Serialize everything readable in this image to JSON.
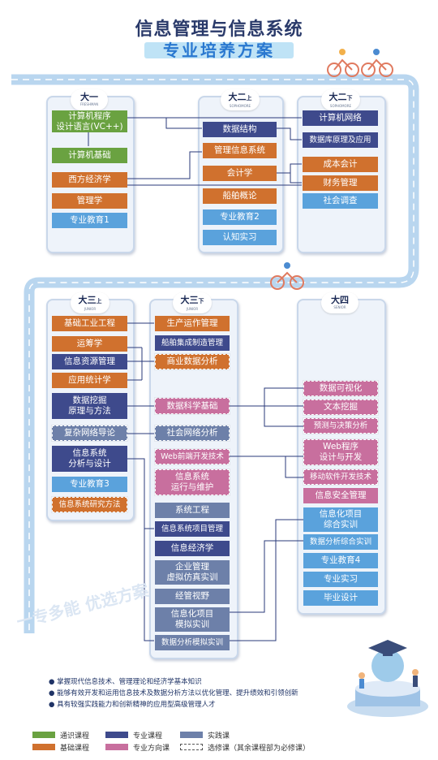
{
  "title": "信息管理与信息系统",
  "subtitle": "专业培养方案",
  "years": {
    "y1": {
      "cn": "大一",
      "en": "FRESHMAN"
    },
    "y2a": {
      "cn": "大二",
      "sub": "上",
      "en": "SOPHOMORE"
    },
    "y2b": {
      "cn": "大二",
      "sub": "下",
      "en": "SOPHOMORE"
    },
    "y3a": {
      "cn": "大三",
      "sub": "上",
      "en": "JUNIOR"
    },
    "y3b": {
      "cn": "大三",
      "sub": "下",
      "en": "JUNIOR"
    },
    "y4": {
      "cn": "大四",
      "en": "SENIOR"
    }
  },
  "courses": {
    "y1": [
      "计算机程序\n设计语言(VC++)",
      "计算机基础",
      "西方经济学",
      "管理学",
      "专业教育1"
    ],
    "y2a": [
      "数据结构",
      "管理信息系统",
      "会计学",
      "船舶概论",
      "专业教育2",
      "认知实习"
    ],
    "y2b": [
      "计算机网络",
      "数据库原理及应用",
      "成本会计",
      "财务管理",
      "社会调查"
    ],
    "y3a": [
      "基础工业工程",
      "运筹学",
      "信息资源管理",
      "应用统计学",
      "数据挖掘\n原理与方法",
      "复杂网络导论",
      "信息系统\n分析与设计",
      "专业教育3",
      "信息系统研究方法"
    ],
    "y3b": [
      "生产运作管理",
      "船舶集成制造管理",
      "商业数据分析",
      "数据科学基础",
      "社会网络分析",
      "Web前端开发技术",
      "信息系统\n运行与维护",
      "系统工程",
      "信息系统项目管理",
      "信息经济学",
      "企业管理\n虚拟仿真实训",
      "经管视野",
      "信息化项目\n模拟实训",
      "数据分析模拟实训"
    ],
    "y4": [
      "数据可视化",
      "文本挖掘",
      "预测与决策分析",
      "Web程序\n设计与开发",
      "移动软件开发技术",
      "信息安全管理",
      "信息化项目\n综合实训",
      "数据分析综合实训",
      "专业教育4",
      "专业实习",
      "毕业设计"
    ]
  },
  "watermark": "一专多能 优选方案",
  "goals": [
    "掌握现代信息技术、管理理论和经济学基本知识",
    "能够有效开发和运用信息技术及数据分析方法以优化管理、提升绩效和引领创新",
    "具有较强实践能力和创新精神的应用型高级管理人才"
  ],
  "legend": [
    {
      "label": "通识课程",
      "color": "#6aa241"
    },
    {
      "label": "专业课程",
      "color": "#3e4a8c"
    },
    {
      "label": "实践课",
      "color": "#6d80a9"
    },
    {
      "label": "基础课程",
      "color": "#d0712e"
    },
    {
      "label": "专业方向课",
      "color": "#c86f9e"
    },
    {
      "label": "选修课（其余课程部为必修课）",
      "color": "dashed"
    }
  ]
}
